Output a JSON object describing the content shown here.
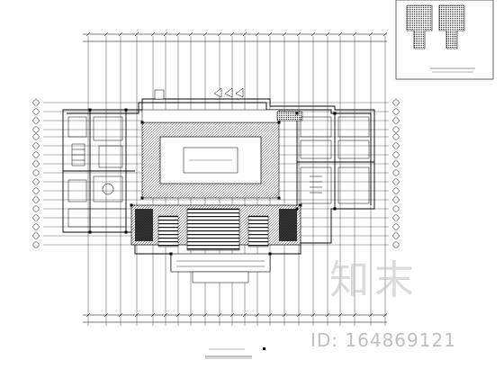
{
  "drawing": {
    "type": "architectural floor plan",
    "watermark": {
      "logo_text": "知末",
      "id_text": "ID: 164869121"
    }
  },
  "colors": {
    "line": "#000000",
    "background": "#ffffff",
    "hatch": "#3a3a3a",
    "watermark": "#bdbdbd"
  }
}
